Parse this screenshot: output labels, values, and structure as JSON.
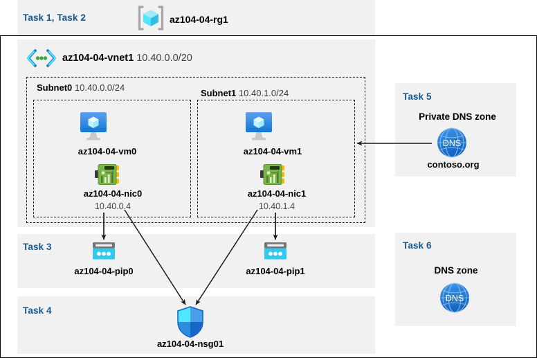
{
  "header": {
    "task_label": "Task 1, Task 2",
    "resource_group_name": "az104-04-rg1",
    "resource_group_icon": "resource-group-cube-icon"
  },
  "vnet": {
    "name": "az104-04-vnet1",
    "address_space": "10.40.0.0/20",
    "icon": "virtual-network-icon",
    "subnets": [
      {
        "name": "Subnet0",
        "address_space": "10.40.0.0/24",
        "vm": {
          "name": "az104-04-vm0",
          "icon": "virtual-machine-icon"
        },
        "nic": {
          "name": "az104-04-nic0",
          "ip": "10.40.0.4",
          "icon": "network-interface-icon"
        }
      },
      {
        "name": "Subnet1",
        "address_space": "10.40.1.0/24",
        "vm": {
          "name": "az104-04-vm1",
          "icon": "virtual-machine-icon"
        },
        "nic": {
          "name": "az104-04-nic1",
          "ip": "10.40.1.4",
          "icon": "network-interface-icon"
        }
      }
    ]
  },
  "task3": {
    "task_label": "Task 3",
    "public_ips": [
      {
        "name": "az104-04-pip0",
        "icon": "public-ip-address-icon"
      },
      {
        "name": "az104-04-pip1",
        "icon": "public-ip-address-icon"
      }
    ]
  },
  "task4": {
    "task_label": "Task 4",
    "nsg": {
      "name": "az104-04-nsg01",
      "icon": "network-security-group-shield-icon"
    }
  },
  "task5": {
    "task_label": "Task 5",
    "zone_title": "Private DNS zone",
    "zone_name": "contoso.org",
    "icon": "dns-globe-icon",
    "icon_text": "DNS"
  },
  "task6": {
    "task_label": "Task 6",
    "zone_title": "DNS zone",
    "icon": "dns-globe-icon",
    "icon_text": "DNS"
  },
  "colors": {
    "task_label": "#14588f",
    "panel_background": "#f1f1f1",
    "page_background": "#ffffff",
    "border": "#000000",
    "azure_blue": "#0078d4",
    "cyan": "#32c8f0",
    "nic_green": "#7ab547",
    "dns_blue": "#2a7fd4",
    "arrow": "#1a1a1a"
  }
}
